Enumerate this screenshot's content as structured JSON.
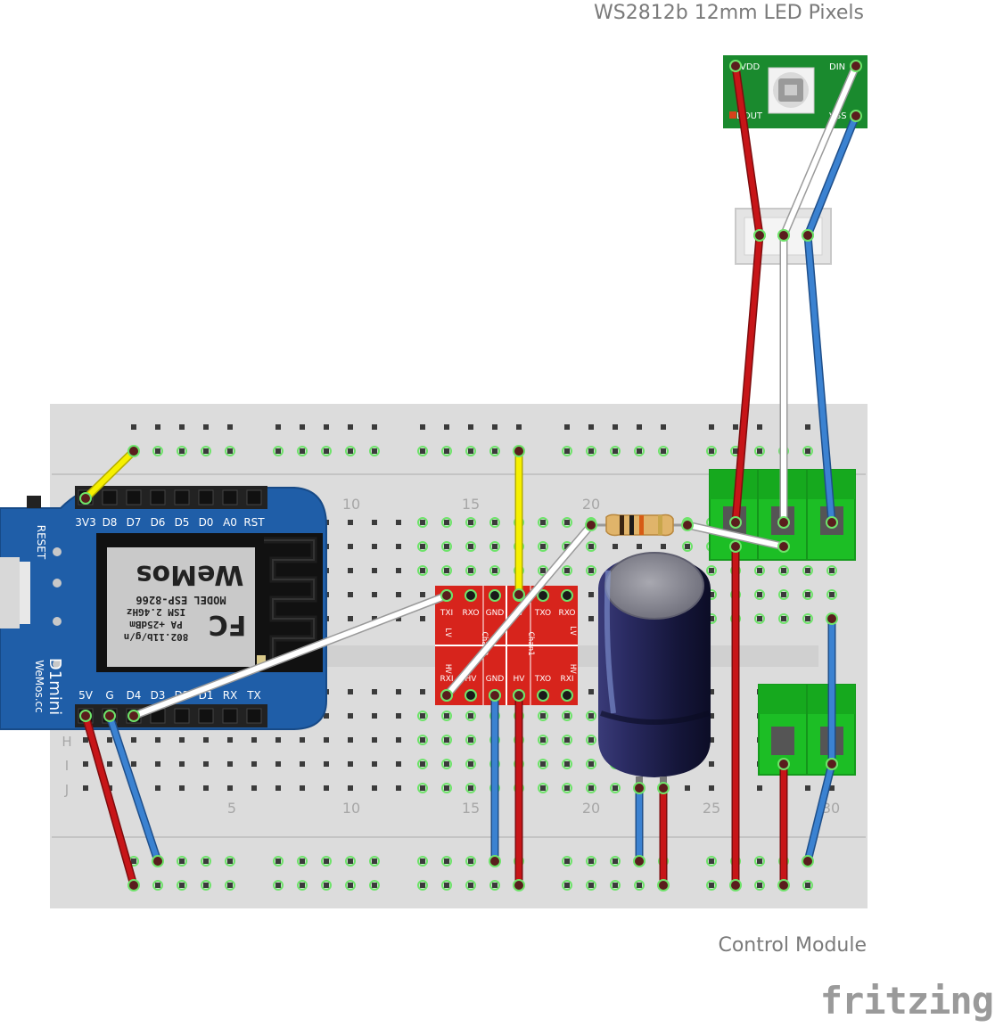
{
  "labels": {
    "led_caption": "WS2812b 12mm LED Pixels",
    "control_caption": "Control Module",
    "logo": "fritzing"
  },
  "breadboard": {
    "column_numbers_top": [
      "10",
      "15",
      "20"
    ],
    "column_numbers_bottom": [
      "5",
      "10",
      "15",
      "20",
      "25",
      "30"
    ],
    "row_letters": [
      "H",
      "I",
      "J"
    ]
  },
  "wemos": {
    "top_pins": [
      "3V3",
      "D8",
      "D7",
      "D6",
      "D5",
      "D0",
      "A0",
      "RST"
    ],
    "bottom_pins": [
      "5V",
      "G",
      "D4",
      "D3",
      "D2",
      "D1",
      "RX",
      "TX"
    ],
    "reset": "RESET",
    "fcc": "FC",
    "model": "MODEL  ESP-8266",
    "ism": "ISM 2.4GHz",
    "pa": "PA +25dBm",
    "wifi": "802.11b/g/n",
    "brand": "WeMos",
    "name": "D1mini",
    "url": "WeMos.cc"
  },
  "level_shifter": {
    "top_labels": [
      "TXI",
      "RXO",
      "GND",
      "LV",
      "TXO",
      "RXO"
    ],
    "bottom_labels": [
      "RXI",
      "HV",
      "GND",
      "HV",
      "TXO",
      "RXI"
    ],
    "side_left_top": "LV",
    "side_left_bottom": "HV",
    "side_right_top": "LV",
    "side_right_bottom": "HV",
    "chan2": "Chan2",
    "chan1": "Chan1"
  },
  "led_board": {
    "vdd": "VDD",
    "din": "DIN",
    "dout": "DOUT",
    "vss": "VSS"
  },
  "colors": {
    "wire_red": "#c71518",
    "wire_blue": "#3b82d1",
    "wire_yellow": "#f6f000",
    "wire_white": "#ffffff",
    "pcb_blue": "#1f5ea8",
    "pcb_red": "#d7241c",
    "pcb_green": "#1a8a2e",
    "terminal_green": "#1cbe25",
    "capacitor": "#1c1d4a"
  }
}
